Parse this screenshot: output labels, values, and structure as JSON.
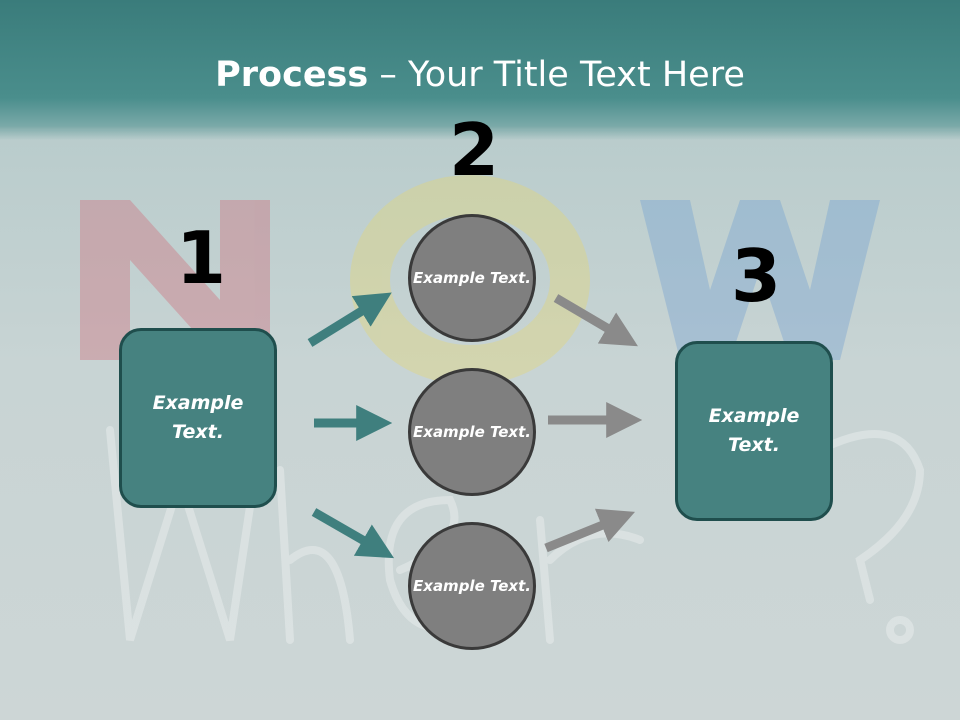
{
  "title": {
    "bold": "Process",
    "rest": " – Your Title Text Here"
  },
  "numbers": {
    "n1": "1",
    "n2": "2",
    "n3": "3"
  },
  "left_box": {
    "label": "Example Text."
  },
  "right_box": {
    "label": "Example Text."
  },
  "circles": [
    {
      "label": "Example Text."
    },
    {
      "label": "Example Text."
    },
    {
      "label": "Example Text."
    }
  ],
  "colors": {
    "header": "#3a7c7b",
    "box_fill": "#468280",
    "circle_fill": "#7f7f7f",
    "teal_arrow": "#3f7f7e",
    "gray_arrow": "#8a8a8a"
  }
}
